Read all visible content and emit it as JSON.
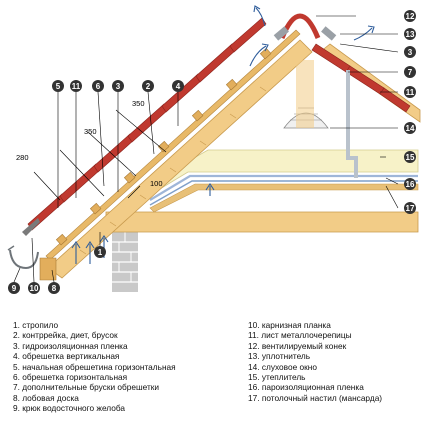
{
  "diagram": {
    "callouts": [
      "1",
      "2",
      "3",
      "4",
      "5",
      "6",
      "7",
      "8",
      "9",
      "10",
      "11",
      "12",
      "13",
      "14",
      "15",
      "16",
      "17"
    ],
    "dimensions": [
      "280",
      "350",
      "350",
      "100"
    ]
  },
  "legend": {
    "left": [
      "1. стропило",
      "2. контррейка, диет, брусок",
      "3. гидроизоляционная пленка",
      "4. обрешетка вертикальная",
      "5. начальная обрешетина горизонтальная",
      "6. обрешетка горизонтальная",
      "7. дополнительные бруски обрешетки",
      "8. лобовая доска",
      "9. крюк водосточного желоба"
    ],
    "right": [
      "10. карнизная планка",
      "11. лист металлочерепицы",
      "12. вентилируемый конек",
      "13. уплотнитель",
      "14. слуховое окно",
      "15. утеплитель",
      "16. пароизоляционная пленка",
      "17. потолочный настил (мансарда)"
    ]
  },
  "colors": {
    "roof_metal": "#c0392f",
    "timber": "#f2cc87",
    "membrane": "#9fb6d8",
    "insulation": "#f7f2c8",
    "callout_fill": "#333333",
    "brick": "#bdbdbd"
  }
}
